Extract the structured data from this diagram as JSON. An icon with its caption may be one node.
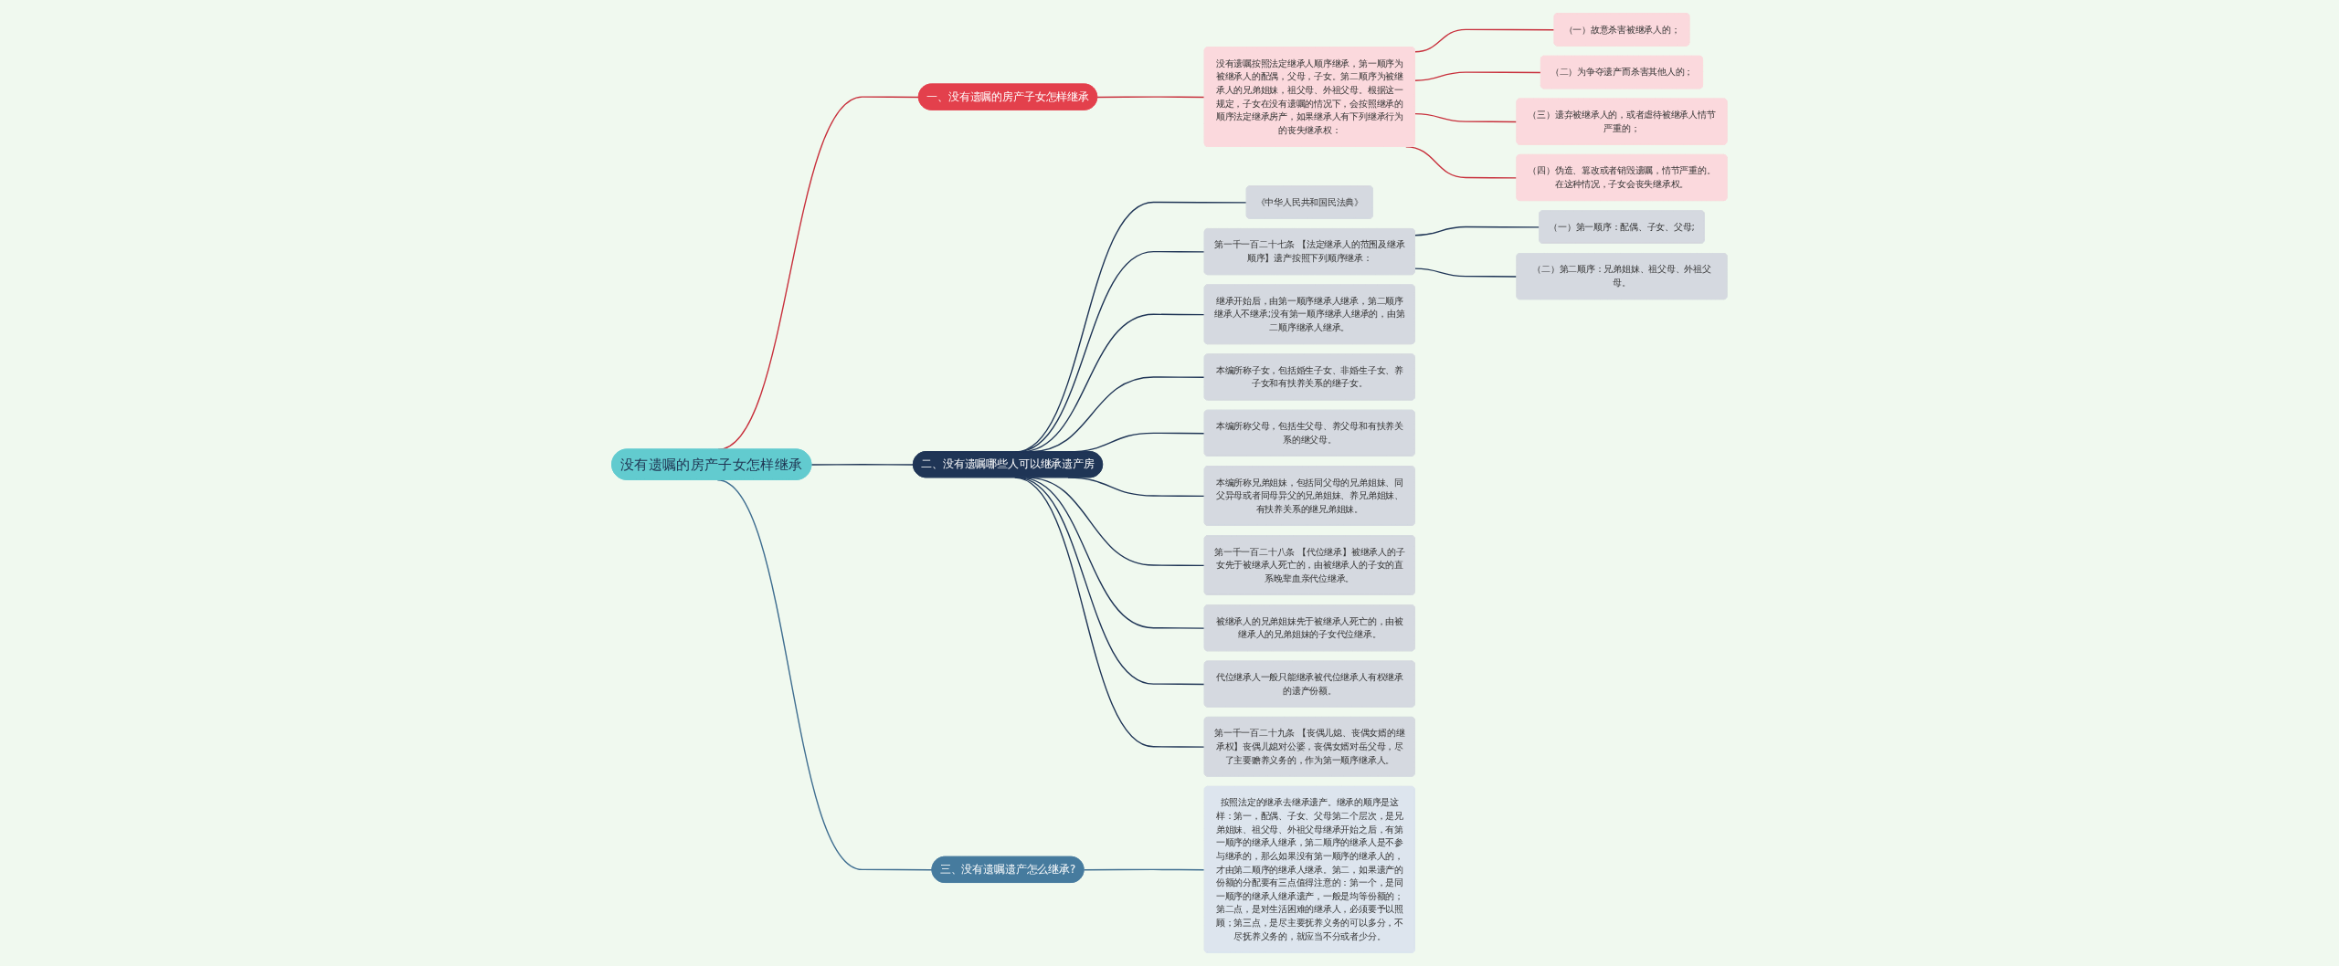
{
  "diagram": {
    "nodes": [
      {
        "text": [
          "没有遗嘱的房产子女怎样继承"
        ]
      },
      {
        "text": [
          "一、没有遗嘱的房产子女怎样继承"
        ]
      },
      {
        "text": [
          "没有遗嘱按照法定继承人顺序继承，第一顺序为被继承人的配偶，父母，子女。第二顺序为被继承人的兄弟姐妹，祖父母、外祖父母。根据这一规定，子女在没有遗嘱的情况下，会按照继承的顺序法定继承房产，如果继承人有下列继承行为的丧失继承权："
        ]
      },
      {
        "text": [
          "（一）故意杀害被继承人的；"
        ]
      },
      {
        "text": [
          "（二）为争夺遗产而杀害其他人的；"
        ]
      },
      {
        "text": [
          "（三）遗弃被继承人的，或者虐待被继承人情节严重的；"
        ]
      },
      {
        "text": [
          "（四）伪造、篡改或者销毁遗嘱，情节严重的。在这种情况，子女会丧失继承权。"
        ]
      },
      {
        "text": [
          "三、没有遗嘱遗产怎么继承?"
        ]
      },
      {
        "text": [
          "按照法定的继承去继承遗产。继承的顺序是这样：第一，配偶、子女、父母第二个层次，是兄弟姐妹、祖父母、外祖父母继承开始之后，有第一顺序的继承人继承，第二顺序的继承人是不参与继承的，那么如果没有第一顺序的继承人的，才由第二顺序的继承人继承。第二，如果遗产的份额的分配要有三点值得注意的：第一个，是同一顺序的继承人继承遗产，一般是均等份额的；第二点，是对生活困难的继承人，必须要予以照顾；第三点，是尽主要抚养义务的可以多分，不尽抚养义务的，就应当不分或者少分。"
        ]
      },
      {
        "text": [
          "二、没有遗嘱哪些人可以继承遗产房"
        ]
      },
      {
        "text": [
          "《中华人民共和国民法典》"
        ]
      },
      {
        "text": [
          "第一千一百二十七条 【法定继承人的范围及继承顺序】遗产按照下列顺序继承："
        ]
      },
      {
        "text": [
          "（一）第一顺序：配偶、子女、父母;"
        ]
      },
      {
        "text": [
          "（二）第二顺序：兄弟姐妹、祖父母、外祖父母。"
        ]
      },
      {
        "text": [
          "继承开始后，由第一顺序继承人继承，第二顺序继承人不继承;没有第一顺序继承人继承的，由第二顺序继承人继承。"
        ]
      },
      {
        "text": [
          "本编所称子女，包括婚生子女、非婚生子女、养子女和有扶养关系的继子女。"
        ]
      },
      {
        "text": [
          "本编所称父母，包括生父母、养父母和有扶养关系的继父母。"
        ]
      },
      {
        "text": [
          "本编所称兄弟姐妹，包括同父母的兄弟姐妹、同父异母或者同母异父的兄弟姐妹、养兄弟姐妹、有扶养关系的继兄弟姐妹。"
        ]
      },
      {
        "text": [
          "第一千一百二十八条 【代位继承】被继承人的子女先于被继承人死亡的，由被继承人的子女的直系晚辈血亲代位继承。"
        ]
      },
      {
        "text": [
          "被继承人的兄弟姐妹先于被继承人死亡的，由被继承人的兄弟姐妹的子女代位继承。"
        ]
      },
      {
        "text": [
          "代位继承人一般只能继承被代位继承人有权继承的遗产份额。"
        ]
      },
      {
        "text": [
          "第一千一百二十九条 【丧偶儿媳、丧偶女婿的继承权】丧偶儿媳对公婆，丧偶女婿对岳父母，尽了主要赡养义务的，作为第一顺序继承人。"
        ]
      }
    ],
    "edges": [
      {
        "from": 0,
        "to": 1,
        "arrow": "none",
        "color": "#c8303c"
      },
      {
        "from": 1,
        "to": 2,
        "arrow": "none",
        "color": "#c8303c"
      },
      {
        "from": 2,
        "to": 3,
        "arrow": "none",
        "color": "#c8303c"
      },
      {
        "from": 2,
        "to": 4,
        "arrow": "none",
        "color": "#c8303c"
      },
      {
        "from": 2,
        "to": 5,
        "arrow": "none",
        "color": "#c8303c"
      },
      {
        "from": 2,
        "to": 6,
        "arrow": "none",
        "color": "#c8303c"
      },
      {
        "from": 0,
        "to": 7,
        "arrow": "none",
        "color": "#3f6e90"
      },
      {
        "from": 7,
        "to": 8,
        "arrow": "none",
        "color": "#3f6e90"
      },
      {
        "from": 0,
        "to": 9,
        "arrow": "none"
      },
      {
        "from": 9,
        "to": 10,
        "arrow": "none"
      },
      {
        "from": 9,
        "to": 11,
        "arrow": "none"
      },
      {
        "from": 11,
        "to": 12,
        "arrow": "none"
      },
      {
        "from": 11,
        "to": 13,
        "arrow": "none"
      },
      {
        "from": 9,
        "to": 14,
        "arrow": "none"
      },
      {
        "from": 9,
        "to": 15,
        "arrow": "none"
      },
      {
        "from": 9,
        "to": 16,
        "arrow": "none"
      },
      {
        "from": 9,
        "to": 17,
        "arrow": "none"
      },
      {
        "from": 9,
        "to": 18,
        "arrow": "none"
      },
      {
        "from": 9,
        "to": 19,
        "arrow": "none"
      },
      {
        "from": 9,
        "to": 20,
        "arrow": "none"
      },
      {
        "from": 9,
        "to": 21,
        "arrow": "none"
      }
    ]
  }
}
